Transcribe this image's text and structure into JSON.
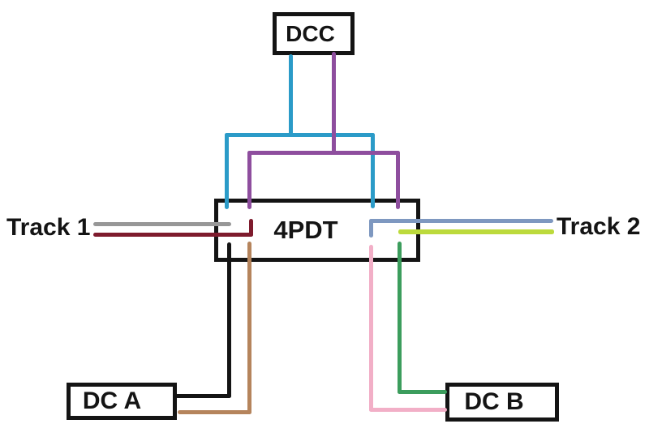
{
  "diagram": {
    "background_color": "#ffffff",
    "box_border_color": "#141414",
    "text_color": "#141414",
    "boxes": {
      "dcc": {
        "label": "DCC"
      },
      "switch": {
        "label": "4PDT"
      },
      "dc_a": {
        "label": "DC A"
      },
      "dc_b": {
        "label": "DC B"
      }
    },
    "track_labels": {
      "track1": "Track 1",
      "track2": "Track 2"
    },
    "wires": {
      "blue": {
        "name": "dcc-to-switch-outer-bus",
        "color": "#2B9BC8"
      },
      "purple": {
        "name": "dcc-to-switch-inner-bus",
        "color": "#8E4E9E"
      },
      "gray": {
        "name": "track1-rail-a",
        "color": "#979797"
      },
      "dark_red": {
        "name": "track1-rail-b",
        "color": "#7E1B2D"
      },
      "steel_blue": {
        "name": "track2-rail-a",
        "color": "#7E98C0"
      },
      "yellow_green": {
        "name": "track2-rail-b",
        "color": "#BCDA3C"
      },
      "black": {
        "name": "dc-a-wire-1",
        "color": "#141414"
      },
      "brown": {
        "name": "dc-a-wire-2",
        "color": "#B5845C"
      },
      "pink": {
        "name": "dc-b-wire-1",
        "color": "#F2AFC7"
      },
      "green": {
        "name": "dc-b-wire-2",
        "color": "#3C9D5D"
      }
    }
  }
}
